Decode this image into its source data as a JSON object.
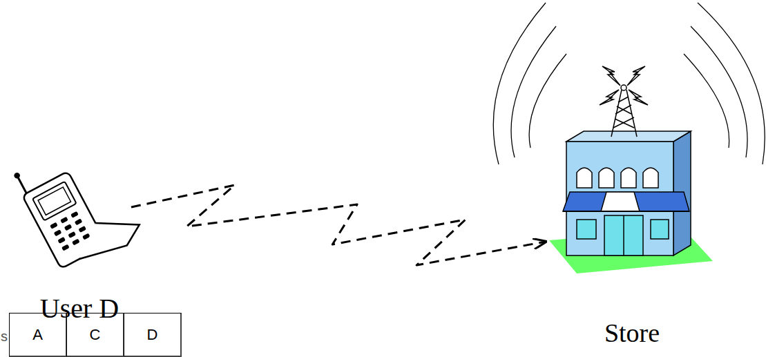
{
  "diagram": {
    "nodes": [
      {
        "text": [
          "User D"
        ]
      },
      {
        "text": [
          "Store"
        ]
      }
    ],
    "edges": [
      {
        "from": 0,
        "to": 1,
        "arrow": "to"
      }
    ],
    "labels": [
      "A",
      "C",
      "D",
      "s"
    ]
  }
}
